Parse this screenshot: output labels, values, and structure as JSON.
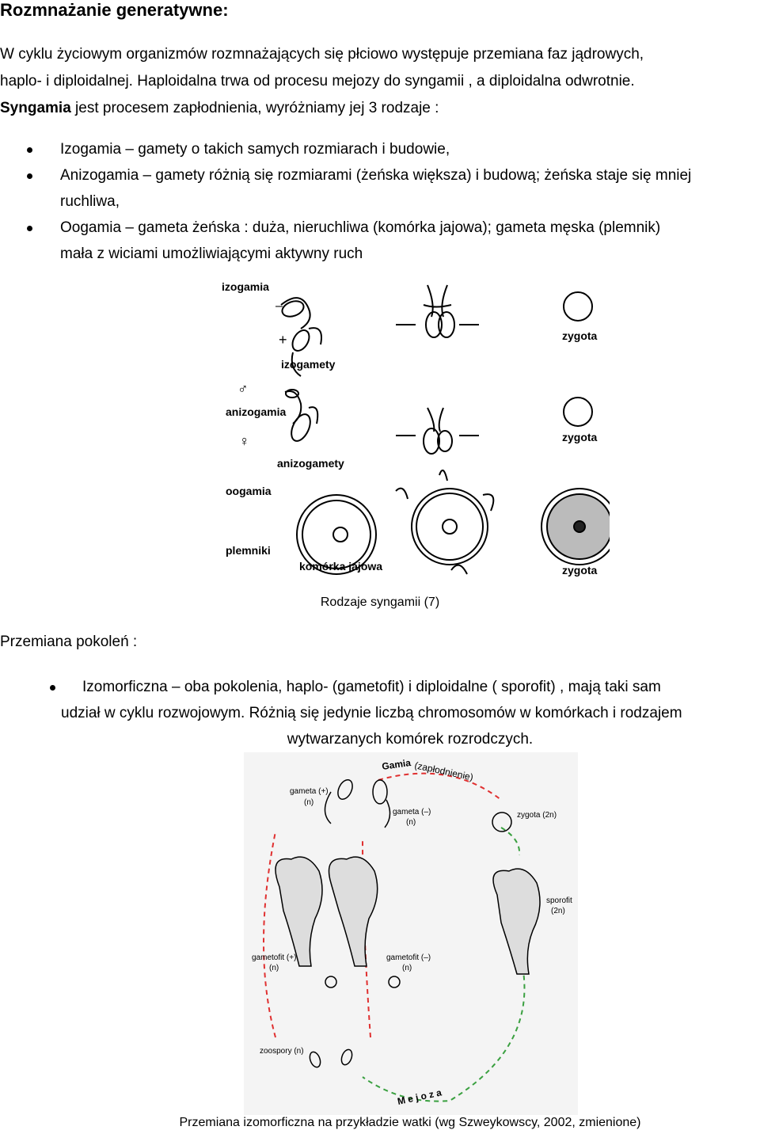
{
  "title": "Rozmnażanie generatywne:",
  "intro": {
    "line1": "W cyklu życiowym organizmów rozmnażających się płciowo występuje przemiana faz jądrowych,",
    "line2": "haplo- i diploidalnej.  Haploidalna trwa od procesu mejozy do syngamii , a diploidalna odwrotnie.",
    "line3_bold": "Syngamia",
    "line3_rest": " jest procesem zapłodnienia, wyróżniamy jej 3 rodzaje :"
  },
  "syngamy_types": [
    {
      "lines": [
        "Izogamia – gamety o takich samych rozmiarach i budowie,"
      ]
    },
    {
      "lines": [
        "Anizogamia – gamety różnią się rozmiarami (żeńska większa) i budową; żeńska staje się mniej",
        "ruchliwa,"
      ]
    },
    {
      "lines": [
        "Oogamia – gameta żeńska : duża, nieruchliwa  (komórka jajowa); gameta męska (plemnik)",
        "mała z wiciami umożliwiającymi aktywny ruch"
      ]
    }
  ],
  "figure1": {
    "labels": {
      "izogamia": "izogamia",
      "minus": "–",
      "plus": "+",
      "izogamety": "izogamety",
      "zygota": "zygota",
      "anizogamia": "anizogamia",
      "male_symbol": "♂",
      "female_symbol": "♀",
      "anizogamety": "anizogamety",
      "oogamia": "oogamia",
      "plemniki": "plemniki",
      "komorka": "komórka jajowa"
    },
    "caption": "Rodzaje syngamii (7)"
  },
  "section2": {
    "heading": "Przemiana pokoleń :",
    "bullet_line1": "Izomorficzna – oba pokolenia, haplo- (gametofit) i diploidalne ( sporofit) , mają taki sam",
    "bullet_line2": "udział w cyklu rozwojowym. Różnią się jedynie liczbą chromosomów w komórkach i rodzajem",
    "bullet_line3": "wytwarzanych komórek rozrodczych."
  },
  "figure2": {
    "labels": {
      "gamia": "Gamia",
      "zaplodnienie": "(zapłodnienie)",
      "gameta_plus": "gameta (+)",
      "gameta_plus_n": "(n)",
      "gameta_minus": "gameta (–)",
      "gameta_minus_n": "(n)",
      "zygota": "zygota (2n)",
      "sporofit": "sporofit",
      "sporofit_n": "(2n)",
      "gametofit_plus": "gametofit (+)",
      "gametofit_plus_n": "(n)",
      "gametofit_minus": "gametofit (–)",
      "gametofit_minus_n": "(n)",
      "zoospory": "zoospory (n)",
      "mejoza": "M e j o z a"
    },
    "caption": "Przemiana izomorficzna na przykładzie watki (wg Szweykowscy, 2002, zmienione)"
  },
  "colors": {
    "arrow_red": "#e03030",
    "arrow_green": "#3aa040",
    "text": "#000000"
  }
}
